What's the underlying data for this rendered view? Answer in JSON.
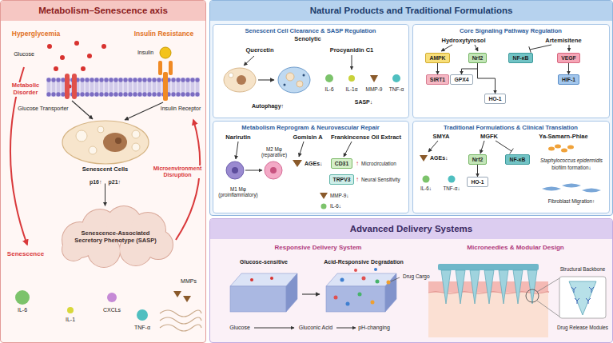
{
  "diagram": {
    "nodes": [
      {
        "text": [
          "Metabolism–Senescence axis"
        ]
      },
      {
        "text": [
          "Senescent Cells",
          "p16↑",
          "p21↑"
        ],
        "in": 0
      },
      {
        "text": [
          "Senescence-Associated Secretory Phenotype (SASP)"
        ],
        "in": 0
      },
      {
        "text": [
          "Natural Products and Traditional Formulations"
        ]
      },
      {
        "text": [
          "Senescent Cell Clearance & SASP Regulation"
        ],
        "in": 3
      },
      {
        "text": [
          "Core Signaling Pathway Regulation"
        ],
        "in": 3
      },
      {
        "text": [
          "AMPK"
        ],
        "in": 5
      },
      {
        "text": [
          "SIRT1"
        ],
        "in": 5
      },
      {
        "text": [
          "Nrf2"
        ],
        "in": 5
      },
      {
        "text": [
          "GPX4"
        ],
        "in": 5
      },
      {
        "text": [
          "HO-1"
        ],
        "in": 5
      },
      {
        "text": [
          "NF-κB"
        ],
        "in": 5
      },
      {
        "text": [
          "VEGF"
        ],
        "in": 5
      },
      {
        "text": [
          "HIF-1"
        ],
        "in": 5
      },
      {
        "text": [
          "Metabolism Reprogram & Neurovascular Repair"
        ],
        "in": 3
      },
      {
        "text": [
          "CD31"
        ],
        "in": 14
      },
      {
        "text": [
          "TRPV3"
        ],
        "in": 14
      },
      {
        "text": [
          "Traditional Formulations & Clinical Translation"
        ],
        "in": 3
      },
      {
        "text": [
          "Nrf2"
        ],
        "in": 17
      },
      {
        "text": [
          "HO-1"
        ],
        "in": 17
      },
      {
        "text": [
          "NF-κB"
        ],
        "in": 17
      },
      {
        "text": [
          "Advanced Delivery Systems"
        ]
      }
    ],
    "edges": [
      {
        "from": 1,
        "to": 2,
        "arrow": "to"
      },
      {
        "from": 6,
        "to": 7,
        "arrow": "to"
      },
      {
        "from": 8,
        "to": 9,
        "arrow": "to"
      },
      {
        "from": 8,
        "to": 10,
        "arrow": "to"
      },
      {
        "from": 12,
        "to": 13,
        "arrow": "to"
      },
      {
        "from": 18,
        "to": 19,
        "arrow": "to"
      }
    ],
    "labels": [
      "Hyperglycemia",
      "Insulin Resistance",
      "Glucose",
      "Insulin",
      "Glucose Transporter",
      "Insulin Receptor",
      "Metabolic Disorder",
      "Microenvironment Disruption",
      "Senescence",
      "IL-6",
      "IL-1",
      "CXCLs",
      "TNF-α",
      "MMPs",
      "Senolytic",
      "Quercetin",
      "Procyanidin C1",
      "Autophagy↑",
      "IL-6",
      "IL-1α",
      "MMP-9",
      "TNF-α",
      "SASP↓",
      "Hydroxytyrosol",
      "Artemisitene",
      "Narirutin",
      "Gomisin A",
      "Frankincense Oil Extract",
      "M1 Mφ (proinflammatory)",
      "M2 Mφ (reparative)",
      "AGEs↓",
      "↑",
      "Microcirculation",
      "↑",
      "Neural Sensitivity",
      "MMP-9↓",
      "IL-6↓",
      "SMYA",
      "MGFK",
      "Ya-Samarn-Phlae",
      "AGEs↓",
      "IL-6↓",
      "TNF-α↓",
      "Staphylococcus epidermidis",
      "biofilm formation↓",
      "Fibroblast Migration↑",
      "Responsive Delivery System",
      "Glucose-sensitive",
      "Acid-Responsive Degradation",
      "Drug Cargo",
      "Glucose",
      "Gluconic Acid",
      "pH-changing",
      "Microneedles & Modular Design",
      "Structural Backbone",
      "Drug Release Modules"
    ]
  }
}
